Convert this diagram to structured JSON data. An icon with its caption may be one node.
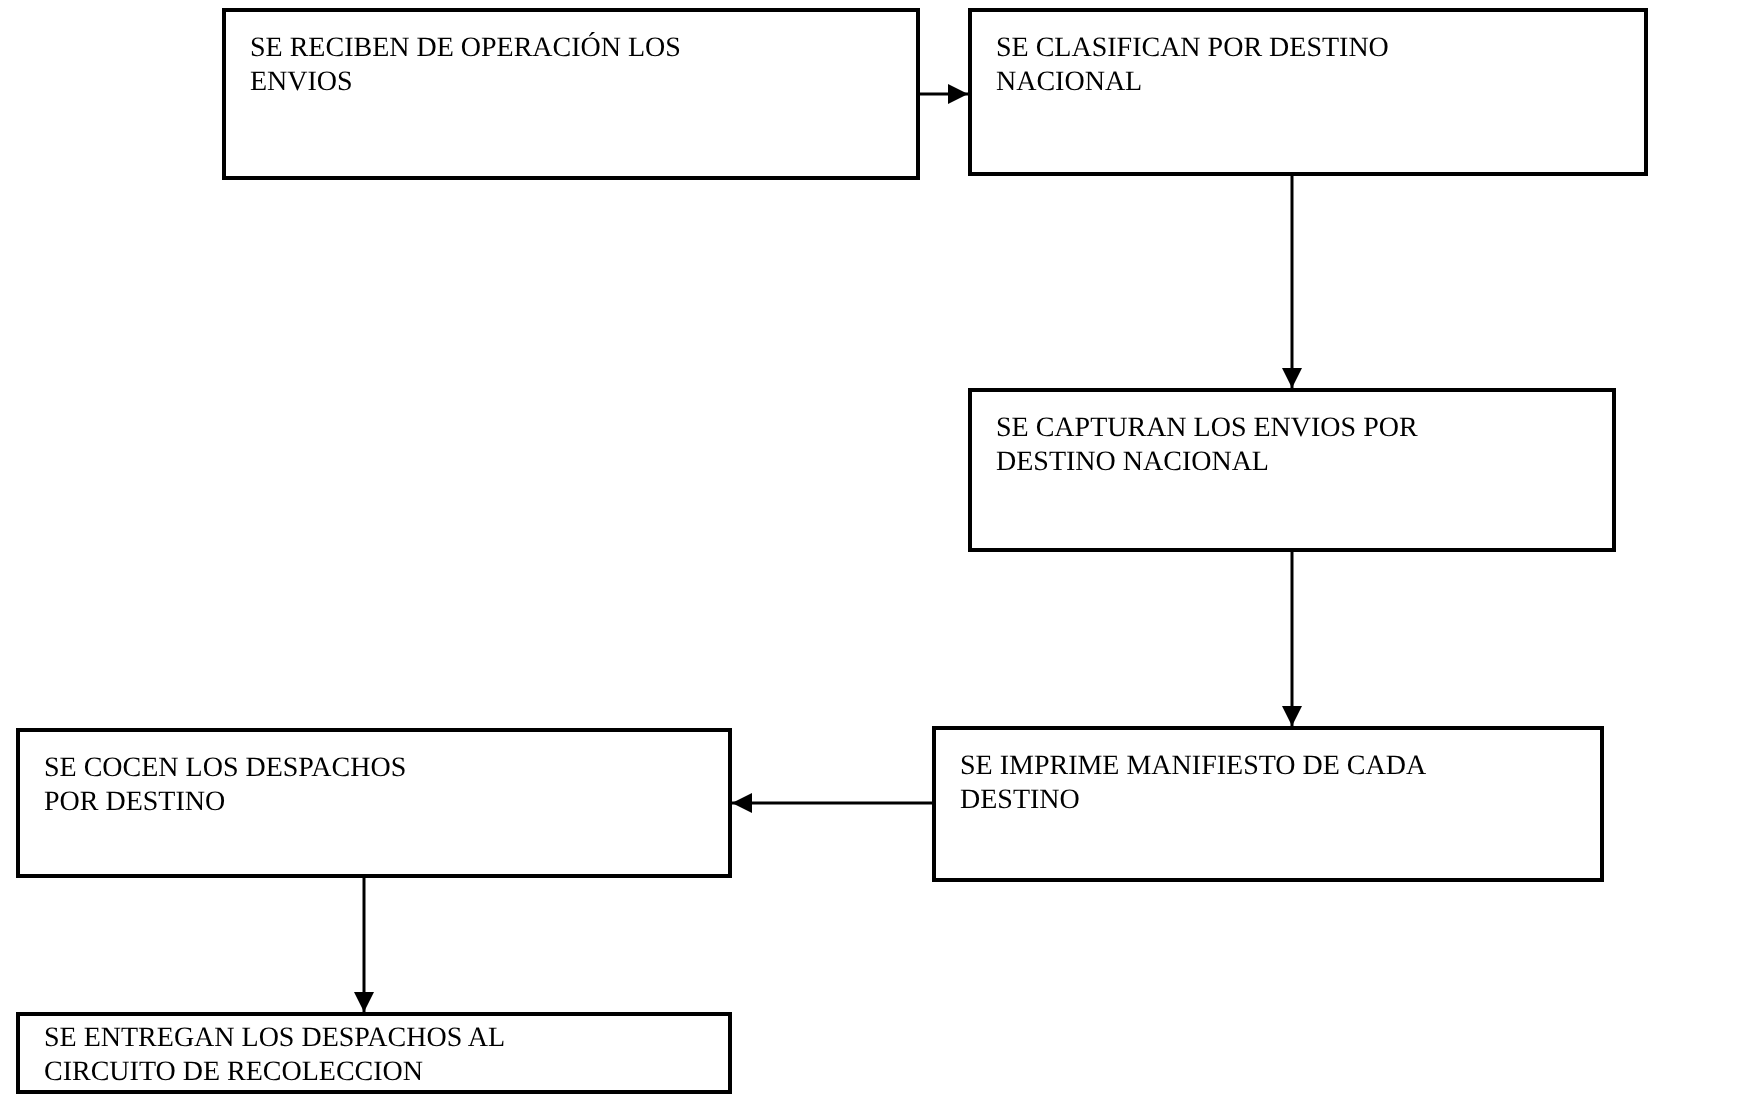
{
  "diagram": {
    "nodes": [
      {
        "text": [
          "SE RECIBEN DE OPERACIÓN LOS ENVIOS"
        ]
      },
      {
        "text": [
          "SE CLASIFICAN POR DESTINO NACIONAL"
        ]
      },
      {
        "text": [
          "SE CAPTURAN LOS ENVIOS POR DESTINO NACIONAL"
        ]
      },
      {
        "text": [
          "SE IMPRIME MANIFIESTO DE CADA DESTINO"
        ]
      },
      {
        "text": [
          "SE COCEN LOS DESPACHOS POR DESTINO"
        ]
      },
      {
        "text": [
          "SE ENTREGAN LOS DESPACHOS AL CIRCUITO DE RECOLECCION"
        ]
      }
    ],
    "edges": [
      {
        "from": 0,
        "to": 1,
        "arrow": "to"
      },
      {
        "from": 1,
        "to": 2,
        "arrow": "to"
      },
      {
        "from": 2,
        "to": 3,
        "arrow": "to"
      },
      {
        "from": 3,
        "to": 4,
        "arrow": "to"
      },
      {
        "from": 4,
        "to": 5,
        "arrow": "to"
      }
    ]
  }
}
